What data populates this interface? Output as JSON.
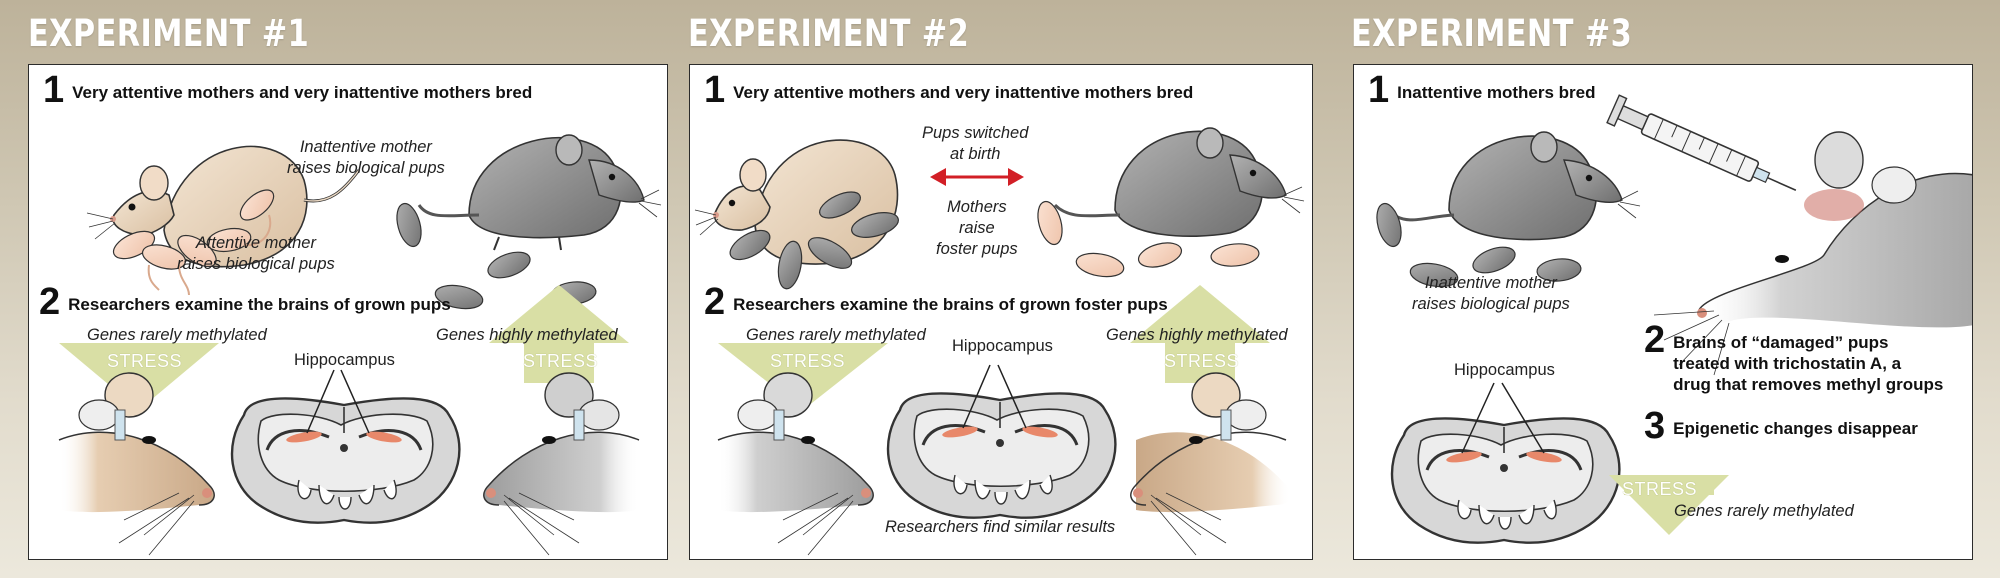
{
  "experiments": [
    {
      "title": "EXPERIMENT #1",
      "step1_num": "1",
      "step1_text": "Very attentive mothers and very inattentive mothers bred",
      "caption_inattentive": [
        "Inattentive mother",
        "raises biological pups"
      ],
      "caption_attentive": [
        "Attentive mother",
        "raises biological pups"
      ],
      "step2_num": "2",
      "step2_text": "Researchers examine the brains of grown pups",
      "genes_left": "Genes rarely methylated",
      "genes_right": "Genes highly methylated",
      "stress": "STRESS",
      "hippocampus": "Hippocampus"
    },
    {
      "title": "EXPERIMENT #2",
      "step1_num": "1",
      "step1_text": "Very attentive mothers and very inattentive mothers bred",
      "switched": [
        "Pups switched",
        "at birth"
      ],
      "foster": [
        "Mothers",
        "raise",
        "foster pups"
      ],
      "step2_num": "2",
      "step2_text": "Researchers examine the brains of grown foster pups",
      "genes_left": "Genes rarely methylated",
      "genes_right": "Genes highly methylated",
      "stress": "STRESS",
      "hippocampus": "Hippocampus",
      "similar": "Researchers find similar results"
    },
    {
      "title": "EXPERIMENT #3",
      "step1_num": "1",
      "step1_text": "Inattentive mothers bred",
      "caption_inattentive": [
        "Inattentive mother",
        "raises biological pups"
      ],
      "step2_num": "2",
      "step2_text": [
        "Brains of “damaged” pups",
        "treated with trichostatin A, a",
        "drug that removes methyl groups"
      ],
      "step3_num": "3",
      "step3_text": "Epigenetic changes disappear",
      "hippocampus": "Hippocampus",
      "stress": "STRESS",
      "genes": "Genes rarely methylated"
    }
  ],
  "colors": {
    "attentive_rat": "#ecd6bd",
    "inattentive_rat": "#8c8c8c",
    "stress_arrow": "#d9dfa5",
    "hippocampus": "#e8886a",
    "switch_arrow": "#d21f26",
    "injection": "#c96b61"
  }
}
